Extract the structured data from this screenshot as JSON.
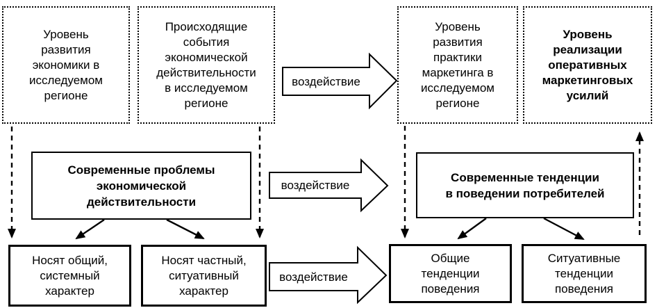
{
  "colors": {
    "background": "#ffffff",
    "line": "#000000"
  },
  "boxes": {
    "economy_level": {
      "text": "Уровень\nразвития\nэкономики в\nисследуемом\nрегионе"
    },
    "economic_events": {
      "text": "Происходящие\nсобытия\nэкономической\nдействительности\nв исследуемом\nрегионе"
    },
    "marketing_practice_level": {
      "text": "Уровень\nразвития\nпрактики\nмаркетинга в\nисследуемом\nрегионе"
    },
    "marketing_efforts_level": {
      "text": "Уровень\nреализации\nоперативных\nмаркетинговых\nусилий"
    },
    "modern_problems": {
      "text": "Современные проблемы\nэкономической\nдействительности"
    },
    "modern_trends": {
      "text": "Современные тенденции\nв поведении потребителей"
    },
    "general_systemic_nature": {
      "text": "Носят общий,\nсистемный\nхарактер"
    },
    "private_situational_nature": {
      "text": "Носят частный,\nситуативный\nхарактер"
    },
    "general_behavior_trends": {
      "text": "Общие\nтенденции\nповедения"
    },
    "situational_behavior_trends": {
      "text": "Ситуативные\nтенденции\nповедения"
    }
  },
  "arrow_labels": {
    "top": "воздействие",
    "middle": "воздействие",
    "bottom": "воздействие"
  }
}
